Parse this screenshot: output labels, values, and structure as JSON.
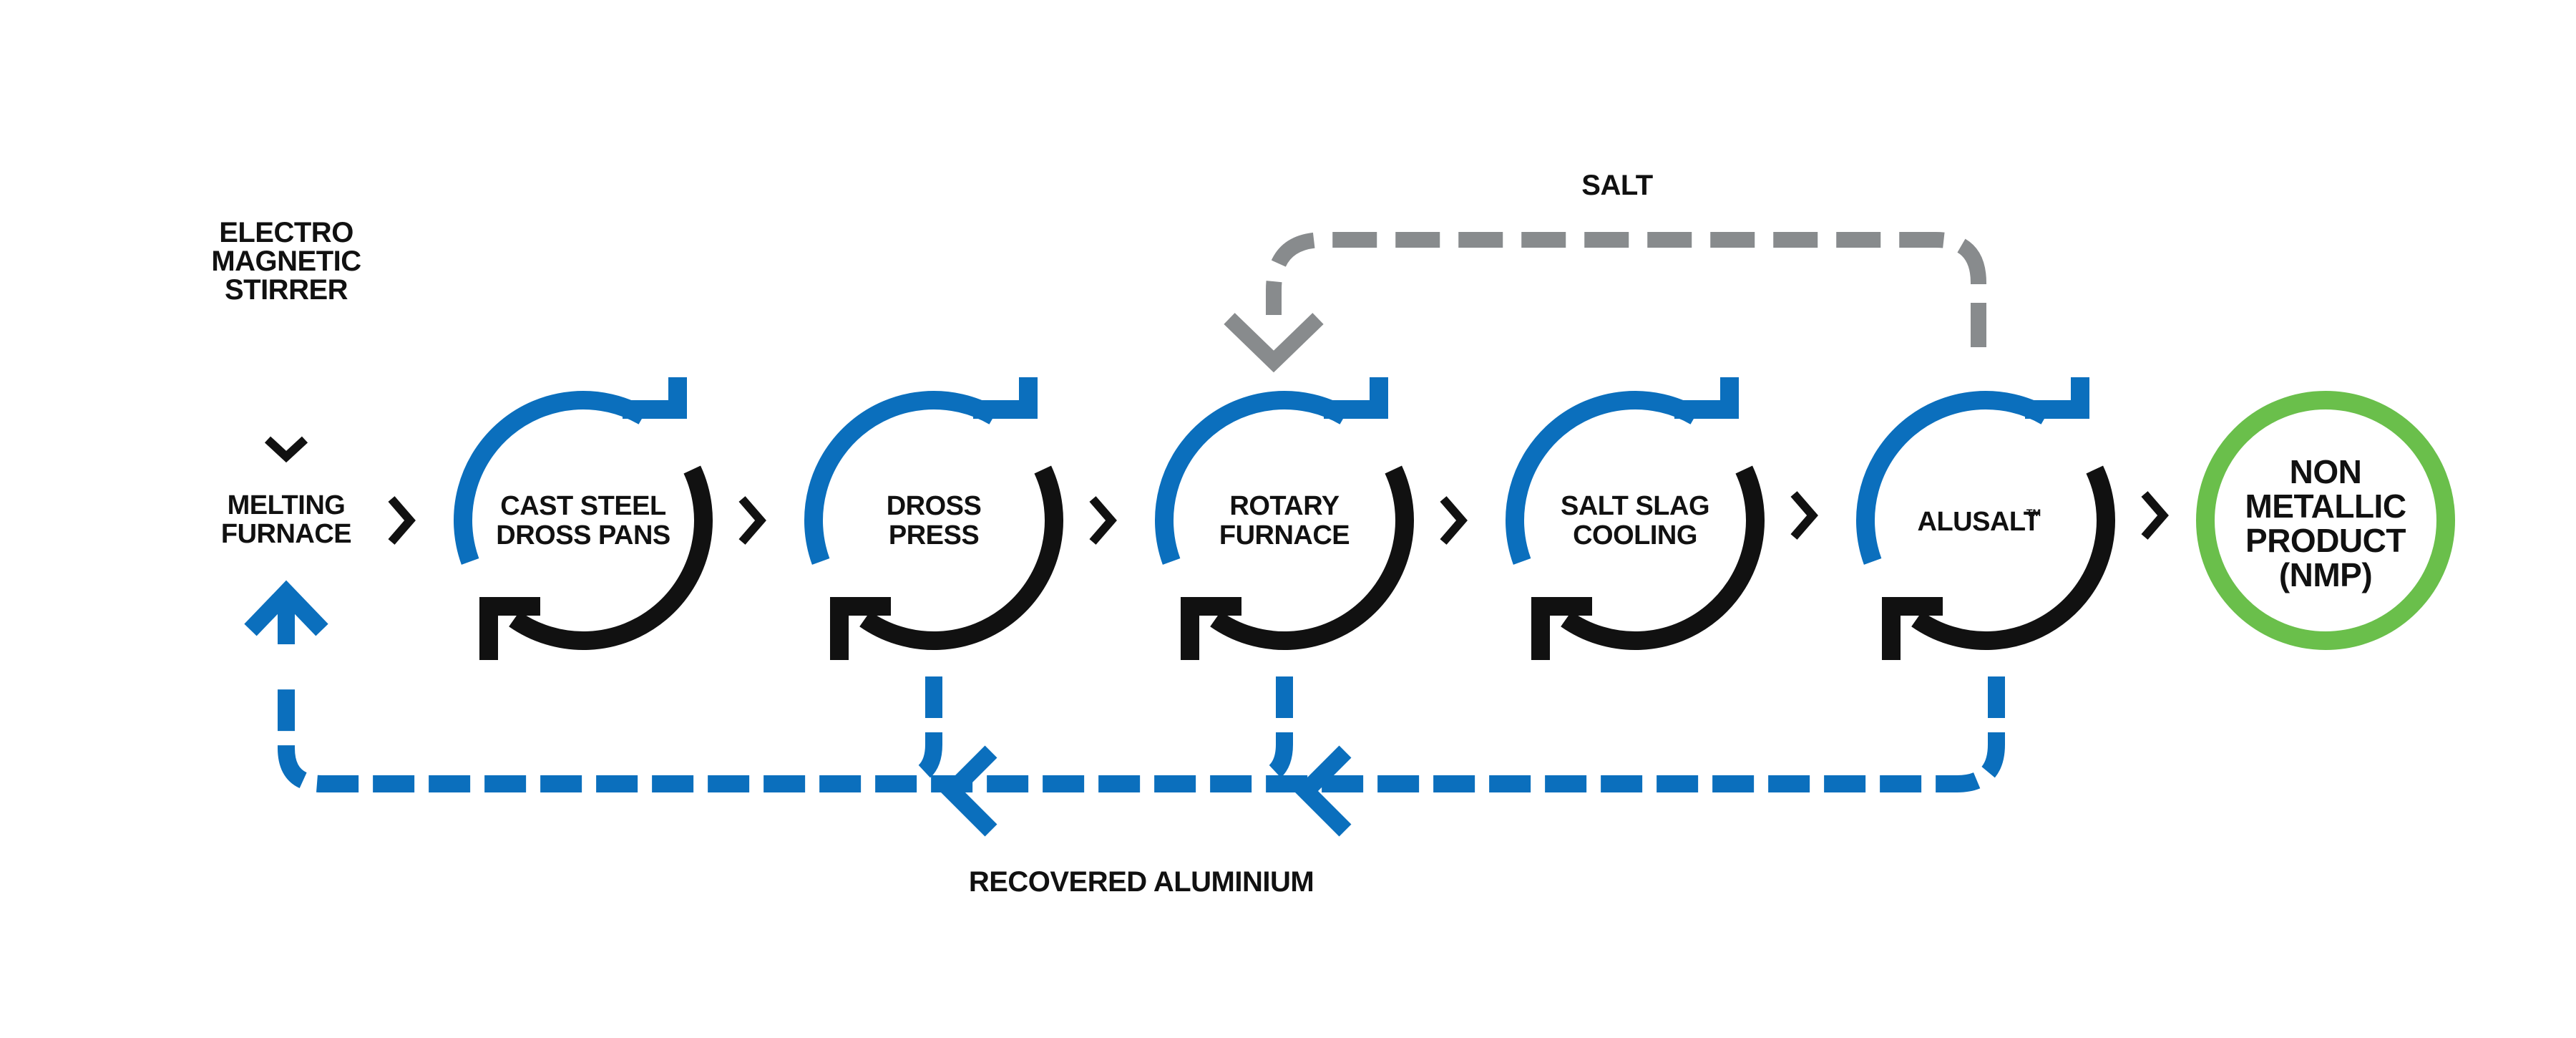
{
  "colors": {
    "blue": "#0b6fbd",
    "black": "#111111",
    "gray": "#888b8d",
    "green": "#6abf4b",
    "background": "#ffffff"
  },
  "electro_magnetic_stirrer": {
    "lines": [
      "ELECTRO",
      "MAGNETIC",
      "STIRRER"
    ]
  },
  "melting_furnace": {
    "lines": [
      "MELTING",
      "FURNACE"
    ]
  },
  "stages": [
    {
      "id": "cast-steel-dross-pans",
      "lines": [
        "CAST STEEL",
        "DROSS PANS"
      ]
    },
    {
      "id": "dross-press",
      "lines": [
        "DROSS",
        "PRESS"
      ]
    },
    {
      "id": "rotary-furnace",
      "lines": [
        "ROTARY",
        "FURNACE"
      ]
    },
    {
      "id": "salt-slag-cooling",
      "lines": [
        "SALT SLAG",
        "COOLING"
      ]
    },
    {
      "id": "alusalt",
      "lines": [
        "ALUSALT"
      ],
      "trademark": "TM"
    }
  ],
  "end_product": {
    "lines": [
      "NON",
      "METALLIC",
      "PRODUCT",
      "(NMP)"
    ]
  },
  "salt_loop": {
    "label": "SALT"
  },
  "recovered_loop": {
    "label": "RECOVERED ALUMINIUM"
  },
  "icons": {
    "stage_cycle": "recycle-cycle-icon",
    "flow_arrow": "chevron-right-icon",
    "stirrer_arrow": "chevron-down-icon",
    "end_product": "ring-icon"
  }
}
